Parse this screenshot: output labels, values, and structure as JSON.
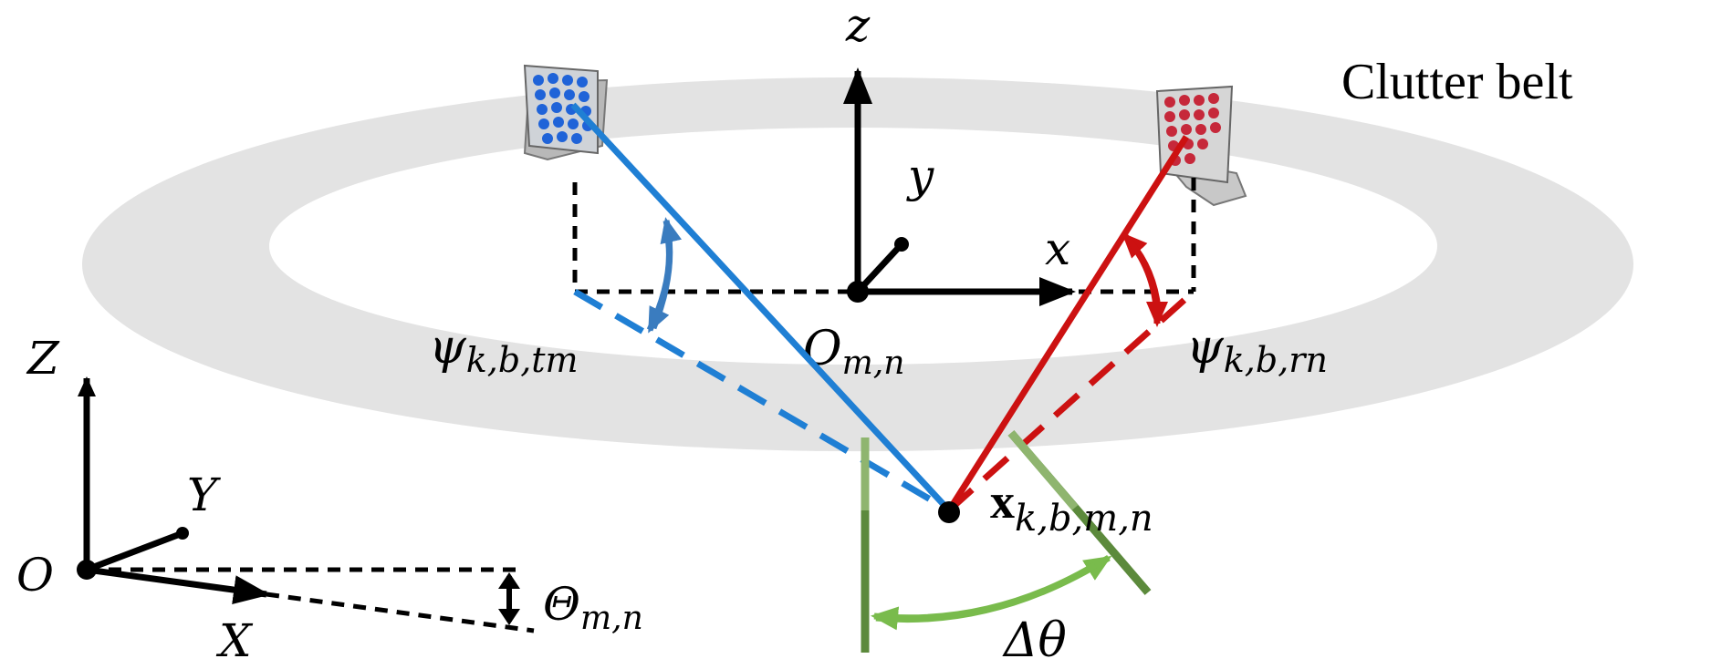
{
  "clutter_label": "Clutter belt",
  "local_axes": {
    "z": "z",
    "y": "y",
    "x": "x",
    "origin_main": "O",
    "origin_sub": "m,n"
  },
  "global_axes": {
    "Z": "Z",
    "Y": "Y",
    "X": "X",
    "O": "O"
  },
  "angles": {
    "psi_tm_main": "ψ",
    "psi_tm_sub": "k,b,tm",
    "psi_rn_main": "ψ",
    "psi_rn_sub": "k,b,rn",
    "theta_main": "Θ",
    "theta_sub": "m,n",
    "delta_theta": "Δθ"
  },
  "target": {
    "main": "x",
    "sub": "k,b,m,n"
  },
  "colors": {
    "clutter": "#e3e3e3",
    "transmit": "#1f7fd4",
    "transmit_arc": "#3a7cbf",
    "receive": "#cc1111",
    "green_dark": "#5c8a3c",
    "green_light": "#8fb56f",
    "green_arc": "#79bb4c"
  },
  "icons": {
    "tx_panel": "antenna-array-blue-icon",
    "rx_panel": "antenna-array-red-icon"
  }
}
